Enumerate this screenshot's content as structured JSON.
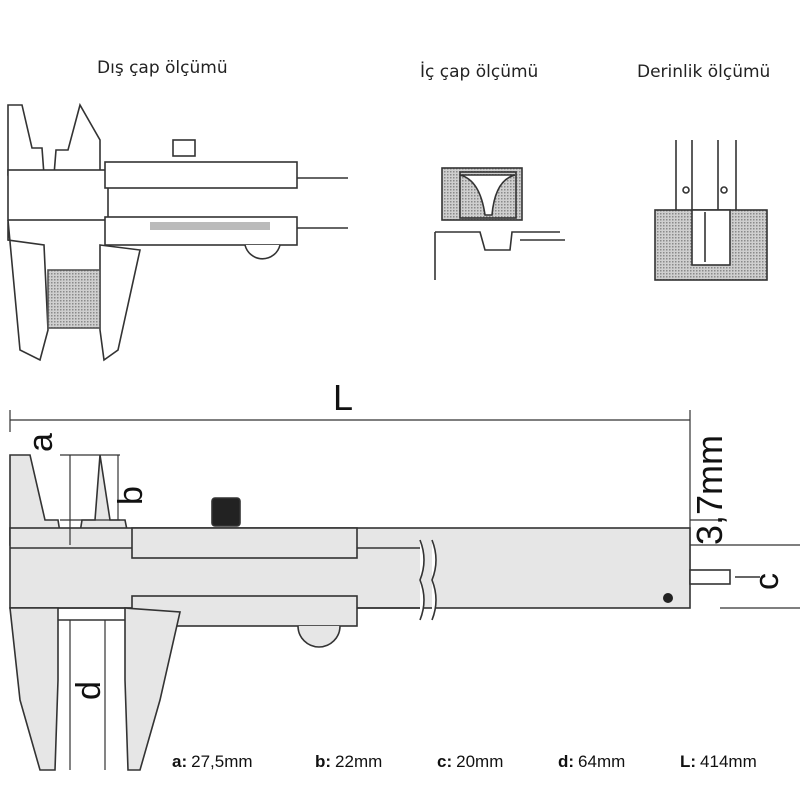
{
  "captions": {
    "outer": "Dış çap ölçümü",
    "inner": "İç çap ölçümü",
    "depth": "Derinlik ölçümü"
  },
  "dimension_letters": {
    "L": "L",
    "a": "a",
    "b": "b",
    "c": "c",
    "d": "d",
    "tip_thickness": "3,7mm"
  },
  "specs": [
    {
      "key": "a:",
      "value": "27,5mm"
    },
    {
      "key": "b:",
      "value": "22mm"
    },
    {
      "key": "c:",
      "value": "20mm"
    },
    {
      "key": "d:",
      "value": "64mm"
    },
    {
      "key": "L:",
      "value": "414mm"
    }
  ],
  "colors": {
    "line": "#333333",
    "body_fill": "#e6e6e6",
    "hatch": "#9a9a9a",
    "thumb_knob": "#222222"
  }
}
